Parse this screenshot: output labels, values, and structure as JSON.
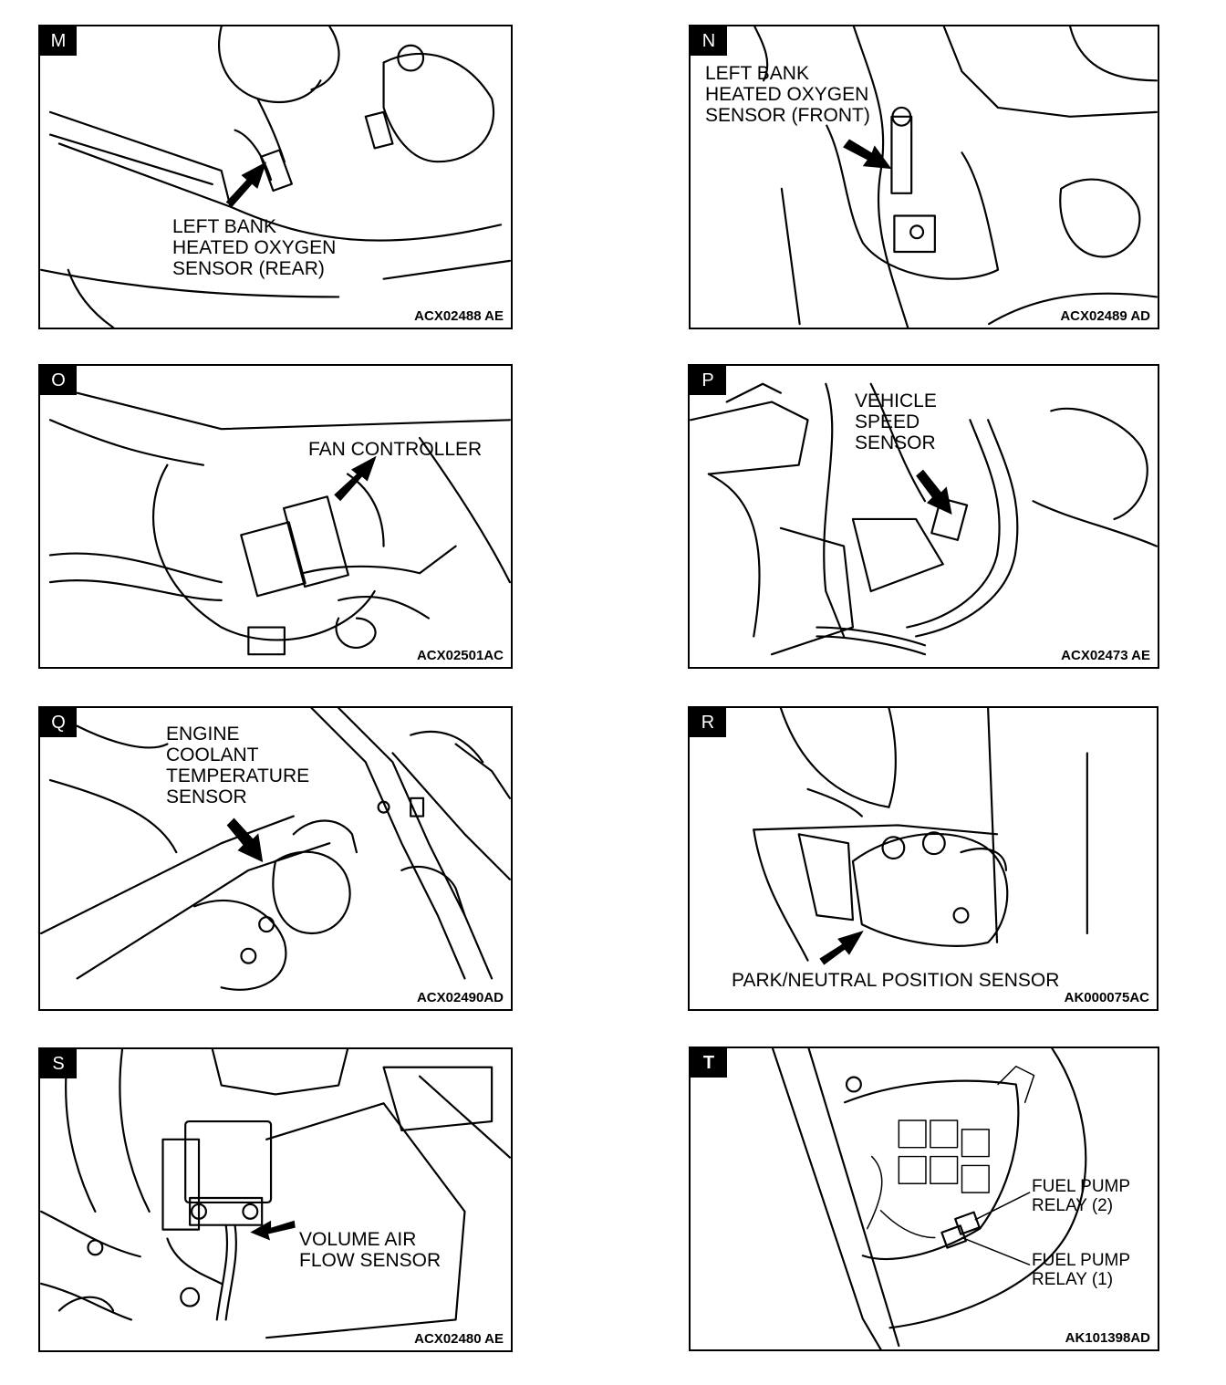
{
  "panels": [
    {
      "tag": "M",
      "code": "ACX02488 AE",
      "label": "LEFT BANK\nHEATED OXYGEN\nSENSOR (REAR)"
    },
    {
      "tag": "N",
      "code": "ACX02489 AD",
      "label": "LEFT BANK\nHEATED OXYGEN\nSENSOR (FRONT)"
    },
    {
      "tag": "O",
      "code": "ACX02501AC",
      "label": "FAN CONTROLLER"
    },
    {
      "tag": "P",
      "code": "ACX02473 AE",
      "label": "VEHICLE\nSPEED\nSENSOR"
    },
    {
      "tag": "Q",
      "code": "ACX02490AD",
      "label": "ENGINE\nCOOLANT\nTEMPERATURE\nSENSOR"
    },
    {
      "tag": "R",
      "code": "AK000075AC",
      "label": "PARK/NEUTRAL POSITION SENSOR"
    },
    {
      "tag": "S",
      "code": "ACX02480 AE",
      "label": "VOLUME AIR\nFLOW SENSOR"
    },
    {
      "tag": "T",
      "code": "AK101398AD",
      "label": "FUEL PUMP\nRELAY (2)",
      "label2": "FUEL PUMP\nRELAY (1)"
    }
  ]
}
